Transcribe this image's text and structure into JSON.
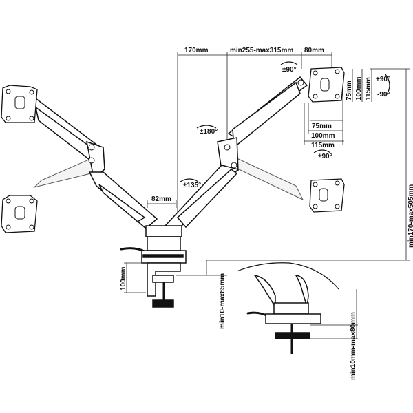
{
  "dimensions": {
    "arm_inner": "170mm",
    "arm_outer": "min255-max315mm",
    "arm_end": "80mm",
    "pole_width": "82mm",
    "vesa_75_v": "75mm",
    "vesa_100_v": "100mm",
    "vesa_115_v": "115mm",
    "vesa_75_h": "75mm",
    "vesa_100_h": "100mm",
    "vesa_115_h": "115mm",
    "height_range": "min170-max505mm",
    "clamp_height": "100mm",
    "clamp_range": "min10-max85mm",
    "grommet_range": "min10mm-max80mm"
  },
  "rotations": {
    "tilt_top": "±90°",
    "tilt_bottom": "±90°",
    "swivel_elbow": "±180°",
    "swivel_base": "±135°",
    "rotate_plus": "+90°",
    "rotate_minus": "-90°"
  },
  "colors": {
    "line": "#111111",
    "background": "#ffffff"
  }
}
